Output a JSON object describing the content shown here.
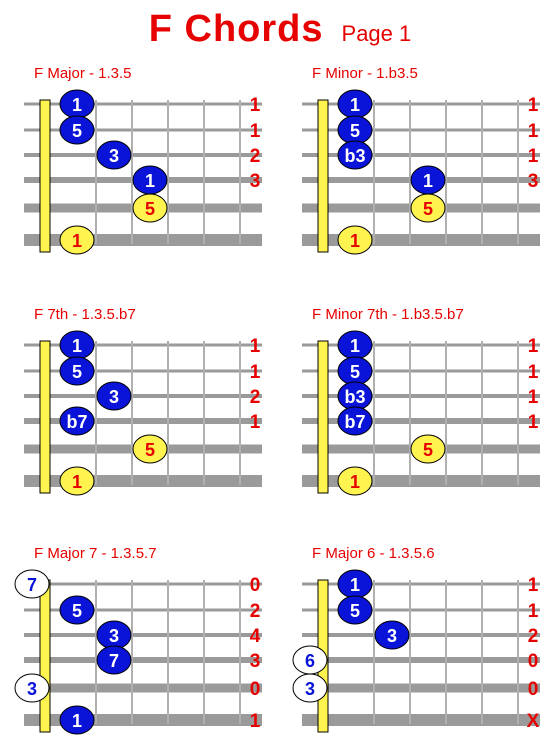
{
  "page": {
    "title_main": "F  Chords",
    "title_page": "Page 1"
  },
  "colors": {
    "title": "#e60000",
    "barre": "#fff44f",
    "blue_dot": "#0a14d8",
    "yellow_dot": "#fff44f",
    "white_dot": "#ffffff",
    "string": "#9a9a9a"
  },
  "chords": [
    {
      "title": "F  Major - 1.3.5",
      "fingerings": [
        "1",
        "1",
        "2",
        "3",
        "",
        ""
      ],
      "dots": [
        {
          "string": 1,
          "fret": 1,
          "label": "1",
          "color": "blue"
        },
        {
          "string": 2,
          "fret": 1,
          "label": "5",
          "color": "blue"
        },
        {
          "string": 3,
          "fret": 2,
          "label": "3",
          "color": "blue"
        },
        {
          "string": 4,
          "fret": 3,
          "label": "1",
          "color": "blue"
        },
        {
          "string": 5,
          "fret": 3,
          "label": "5",
          "color": "yellow"
        },
        {
          "string": 6,
          "fret": 1,
          "label": "1",
          "color": "yellow"
        }
      ]
    },
    {
      "title": "F  Minor - 1.b3.5",
      "fingerings": [
        "1",
        "1",
        "1",
        "3",
        "",
        ""
      ],
      "dots": [
        {
          "string": 1,
          "fret": 1,
          "label": "1",
          "color": "blue"
        },
        {
          "string": 2,
          "fret": 1,
          "label": "5",
          "color": "blue"
        },
        {
          "string": 3,
          "fret": 1,
          "label": "b3",
          "color": "blue"
        },
        {
          "string": 4,
          "fret": 3,
          "label": "1",
          "color": "blue"
        },
        {
          "string": 5,
          "fret": 3,
          "label": "5",
          "color": "yellow"
        },
        {
          "string": 6,
          "fret": 1,
          "label": "1",
          "color": "yellow"
        }
      ]
    },
    {
      "title": "F  7th - 1.3.5.b7",
      "fingerings": [
        "1",
        "1",
        "2",
        "1",
        "",
        ""
      ],
      "dots": [
        {
          "string": 1,
          "fret": 1,
          "label": "1",
          "color": "blue"
        },
        {
          "string": 2,
          "fret": 1,
          "label": "5",
          "color": "blue"
        },
        {
          "string": 3,
          "fret": 2,
          "label": "3",
          "color": "blue"
        },
        {
          "string": 4,
          "fret": 1,
          "label": "b7",
          "color": "blue"
        },
        {
          "string": 5,
          "fret": 3,
          "label": "5",
          "color": "yellow"
        },
        {
          "string": 6,
          "fret": 1,
          "label": "1",
          "color": "yellow"
        }
      ]
    },
    {
      "title": "F  Minor 7th - 1.b3.5.b7",
      "fingerings": [
        "1",
        "1",
        "1",
        "1",
        "",
        ""
      ],
      "dots": [
        {
          "string": 1,
          "fret": 1,
          "label": "1",
          "color": "blue"
        },
        {
          "string": 2,
          "fret": 1,
          "label": "5",
          "color": "blue"
        },
        {
          "string": 3,
          "fret": 1,
          "label": "b3",
          "color": "blue"
        },
        {
          "string": 4,
          "fret": 1,
          "label": "b7",
          "color": "blue"
        },
        {
          "string": 5,
          "fret": 3,
          "label": "5",
          "color": "yellow"
        },
        {
          "string": 6,
          "fret": 1,
          "label": "1",
          "color": "yellow"
        }
      ]
    },
    {
      "title": "F  Major 7 - 1.3.5.7",
      "fingerings": [
        "0",
        "2",
        "4",
        "3",
        "0",
        "1"
      ],
      "dots": [
        {
          "string": 1,
          "fret": 0,
          "label": "7",
          "color": "white"
        },
        {
          "string": 2,
          "fret": 1,
          "label": "5",
          "color": "blue"
        },
        {
          "string": 3,
          "fret": 2,
          "label": "3",
          "color": "blue"
        },
        {
          "string": 4,
          "fret": 2,
          "label": "7",
          "color": "blue"
        },
        {
          "string": 5,
          "fret": 0,
          "label": "3",
          "color": "white"
        },
        {
          "string": 6,
          "fret": 1,
          "label": "1",
          "color": "blue"
        }
      ]
    },
    {
      "title": "F  Major 6 - 1.3.5.6",
      "fingerings": [
        "1",
        "1",
        "2",
        "0",
        "0",
        "X"
      ],
      "dots": [
        {
          "string": 1,
          "fret": 1,
          "label": "1",
          "color": "blue"
        },
        {
          "string": 2,
          "fret": 1,
          "label": "5",
          "color": "blue"
        },
        {
          "string": 3,
          "fret": 2,
          "label": "3",
          "color": "blue"
        },
        {
          "string": 4,
          "fret": 0,
          "label": "6",
          "color": "white"
        },
        {
          "string": 5,
          "fret": 0,
          "label": "3",
          "color": "white"
        }
      ]
    }
  ]
}
